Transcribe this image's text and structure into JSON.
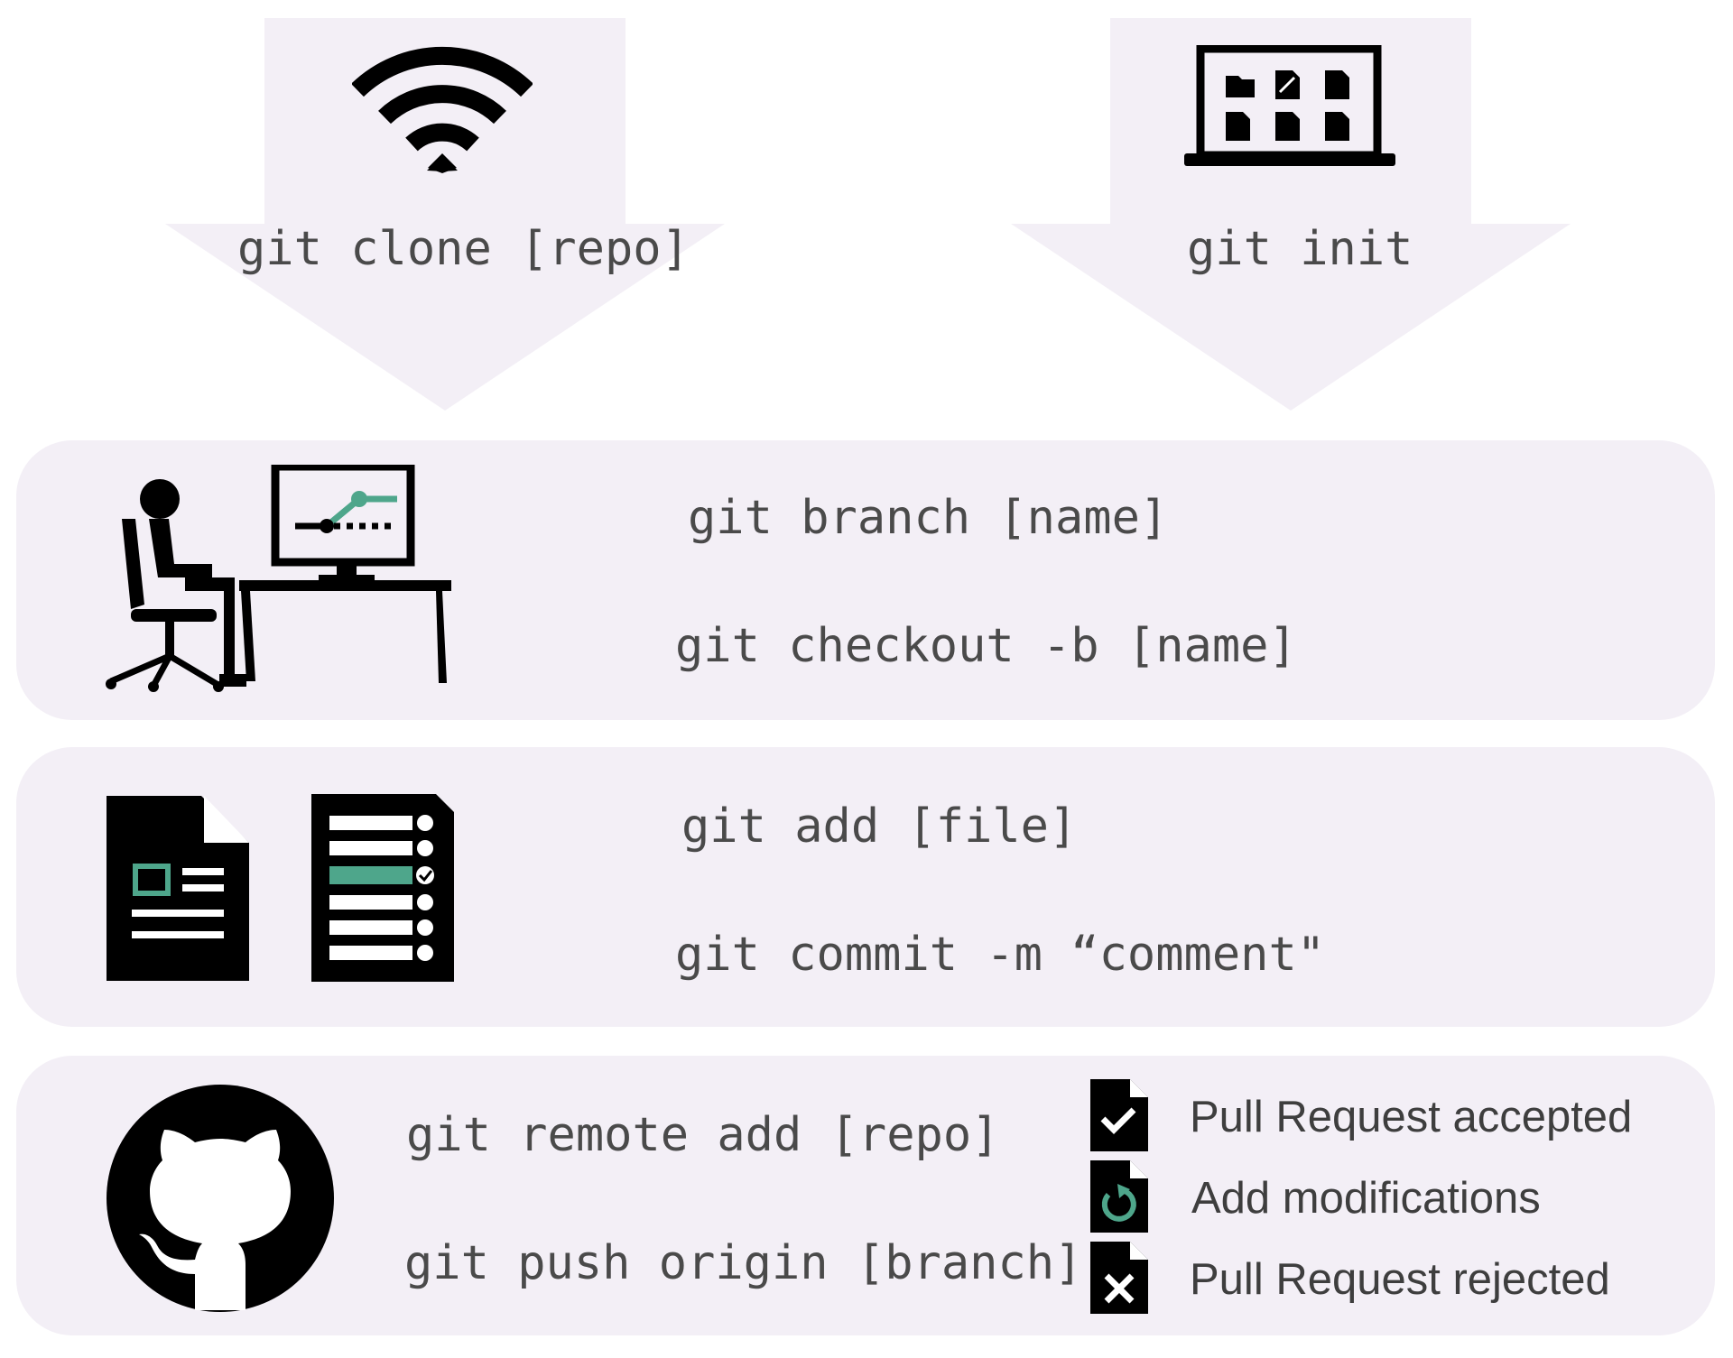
{
  "start": {
    "clone_label": "git clone [repo]",
    "init_label": "git init"
  },
  "branch_step": {
    "line1": "git branch [name]",
    "line2": "git checkout -b [name]"
  },
  "commit_step": {
    "line1": "git add [file]",
    "line2": "git commit -m “comment\""
  },
  "remote_step": {
    "line1": "git remote add [repo]",
    "line2": "git push origin [branch]",
    "outcomes": [
      {
        "label": "Pull Request accepted",
        "icon": "check-document-icon"
      },
      {
        "label": "Add modifications",
        "icon": "refresh-document-icon"
      },
      {
        "label": "Pull Request rejected",
        "icon": "x-document-icon"
      }
    ]
  },
  "colors": {
    "panel": "#f3eff6",
    "accent": "#4ea68b",
    "text": "#4a4a4a",
    "icon": "#000000"
  }
}
